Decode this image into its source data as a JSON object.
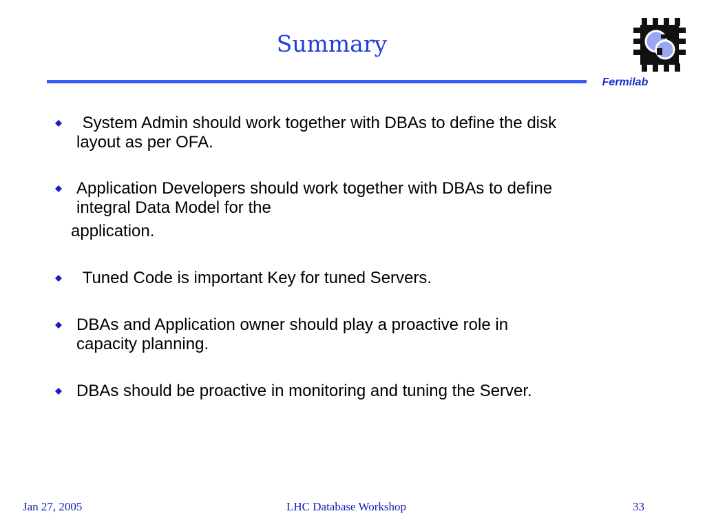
{
  "slide": {
    "title": "Summary",
    "logo_text": "Fermilab",
    "bullets": [
      {
        "line1": " System Admin should work together with DBAs to define the disk",
        "line2": "layout as per OFA."
      },
      {
        "line1": "Application Developers should work together with DBAs to define",
        "line2": "integral Data Model for the"
      },
      {
        "line1": " Tuned Code is important Key for tuned Servers."
      },
      {
        "line1": "DBAs and Application owner should play a proactive role in",
        "line2": "capacity planning."
      },
      {
        "line1": "DBAs should be proactive in monitoring and tuning the Server."
      }
    ],
    "continuation": "application."
  },
  "footer": {
    "date": "Jan 27, 2005",
    "center": "LHC Database Workshop",
    "page": "33"
  },
  "colors": {
    "title": "#1f3fd8",
    "rule": "#3a5cf0",
    "bullet": "#1a1acc",
    "footer": "#0e1ab3"
  }
}
